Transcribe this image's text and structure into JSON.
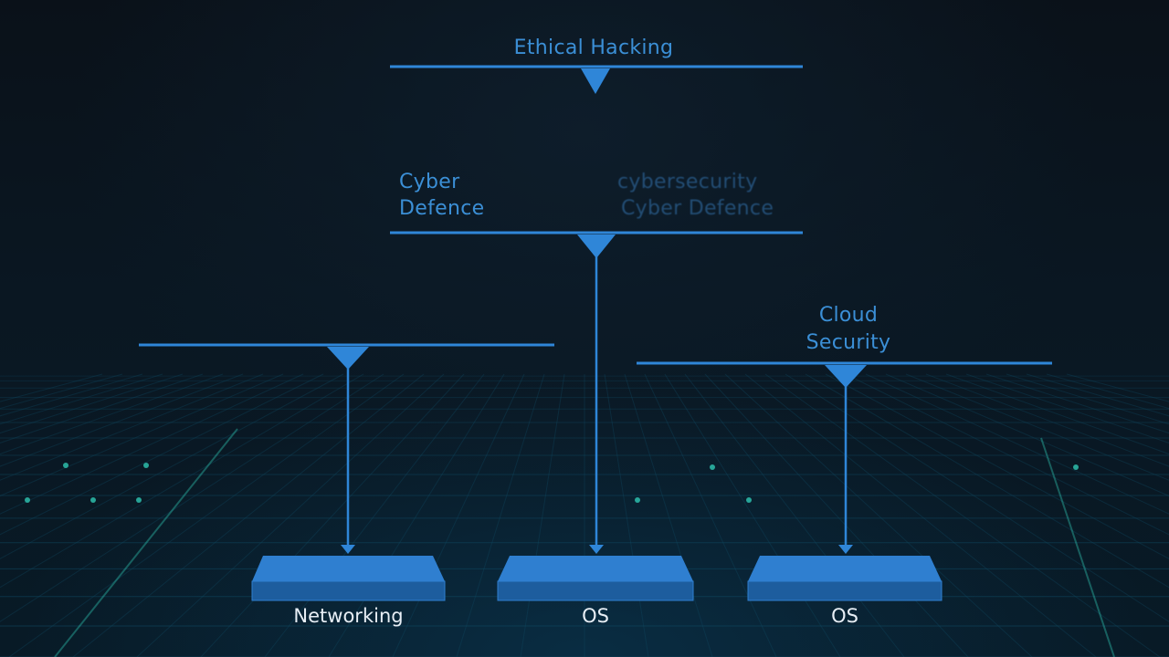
{
  "diagram": {
    "title": "Ethical Hacking",
    "left_label_line1": "Cyber",
    "left_label_line2": "Defence",
    "center_ghost_line1": "cybersecurity",
    "center_ghost_line2": "Cyber Defence",
    "cloud_label_line1": "Cloud",
    "cloud_label_line2": "Security",
    "nodes": [
      {
        "label": "Networking"
      },
      {
        "label": "OS"
      },
      {
        "label": "OS"
      }
    ]
  },
  "colors": {
    "line": "#2f86d8",
    "platform_top": "#2f7fd0",
    "platform_side": "#1d5d9e",
    "label": "#3b8fd6",
    "grid": "#0f4a63",
    "glow": "#35e0c8"
  }
}
